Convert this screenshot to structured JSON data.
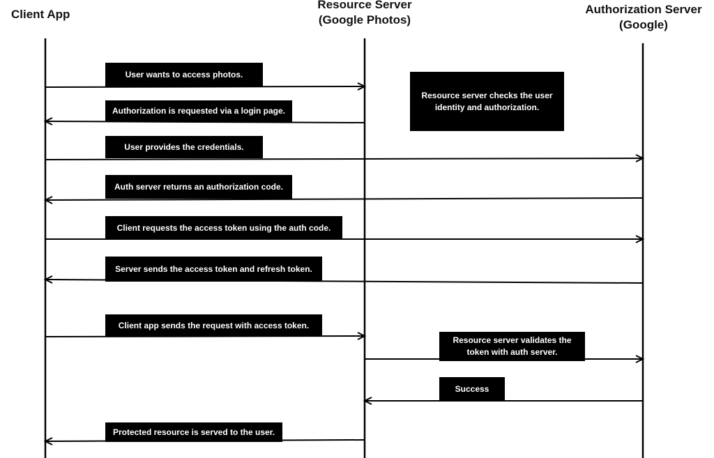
{
  "actors": {
    "client": {
      "line1": "Client App",
      "line2": ""
    },
    "resource": {
      "line1": "Resource Server",
      "line2": "(Google Photos)"
    },
    "auth": {
      "line1": "Authorization Server",
      "line2": "(Google)"
    }
  },
  "messages": [
    {
      "id": "msg-1",
      "text": "User wants to access photos.",
      "from": "client",
      "to": "resource"
    },
    {
      "id": "msg-2",
      "text": "Authorization is requested via a login page.",
      "from": "resource",
      "to": "client"
    },
    {
      "id": "msg-3",
      "text": "User provides the credentials.",
      "from": "client",
      "to": "auth"
    },
    {
      "id": "msg-4",
      "text": "Auth server returns an authorization code.",
      "from": "auth",
      "to": "client"
    },
    {
      "id": "msg-5",
      "text": "Client requests the access token using the auth code.",
      "from": "client",
      "to": "auth"
    },
    {
      "id": "msg-6",
      "text": "Server sends the access token and refresh token.",
      "from": "auth",
      "to": "client"
    },
    {
      "id": "msg-7",
      "text": "Client app sends the request with access token.",
      "from": "client",
      "to": "resource"
    },
    {
      "id": "msg-8",
      "text": "Resource server validates the token with auth server.",
      "from": "resource",
      "to": "auth"
    },
    {
      "id": "msg-9",
      "text": "Success",
      "from": "auth",
      "to": "resource"
    },
    {
      "id": "msg-10",
      "text": "Protected resource is served to the user.",
      "from": "resource",
      "to": "client"
    }
  ],
  "notes": [
    {
      "id": "note-resource-check",
      "text": "Resource server checks the user identity and authorization."
    }
  ],
  "colors": {
    "line": "#000000",
    "box_bg": "#000000",
    "box_text": "#ffffff"
  }
}
